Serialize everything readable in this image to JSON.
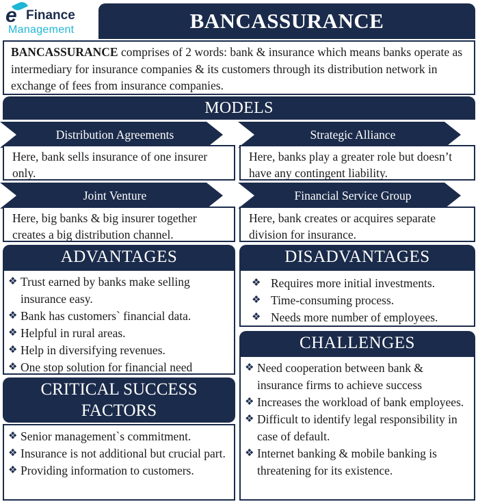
{
  "logo": {
    "letter": "e",
    "line1": "Finance",
    "line2": "Management"
  },
  "title": "BANCASSURANCE",
  "intro": {
    "bold": "BANCASSURANCE",
    "text": " comprises of 2 words: bank & insurance which means banks operate as intermediary for insurance companies & its customers through its distribution network in exchange of fees from insurance companies."
  },
  "models": {
    "heading": "MODELS",
    "items": [
      {
        "title": "Distribution Agreements",
        "text": "Here, bank sells insurance of one insurer only."
      },
      {
        "title": "Strategic Alliance",
        "text": "Here, banks play a greater role but doesn’t have any contingent liability."
      },
      {
        "title": "Joint Venture",
        "text": "Here, big banks & big insurer together creates a big distribution channel."
      },
      {
        "title": "Financial Service Group",
        "text": "Here, bank creates or acquires separate division for insurance."
      }
    ]
  },
  "advantages": {
    "heading": "ADVANTAGES",
    "items": [
      "Trust earned by banks make selling insurance easy.",
      "Bank has customers` financial data.",
      "Helpful in rural areas.",
      "Help in diversifying revenues.",
      "One stop solution for financial need"
    ]
  },
  "disadvantages": {
    "heading": "DISADVANTAGES",
    "items": [
      "Requires more initial investments.",
      "Time-consuming process.",
      "Needs more number of employees."
    ]
  },
  "challenges": {
    "heading": "CHALLENGES",
    "items": [
      "Need cooperation between bank & insurance firms to achieve success",
      "Increases the workload of bank employees.",
      "Difficult to identify legal responsibility in case of default.",
      "Internet banking & mobile banking is threatening for its existence."
    ]
  },
  "csf": {
    "heading": "CRITICAL SUCCESS FACTORS",
    "items": [
      "Senior management`s commitment.",
      "Insurance is not additional but crucial part.",
      "Providing information to customers."
    ]
  },
  "bullet_glyph": "❖",
  "colors": {
    "navy": "#1b2b4b",
    "accent": "#1eb5d6"
  }
}
